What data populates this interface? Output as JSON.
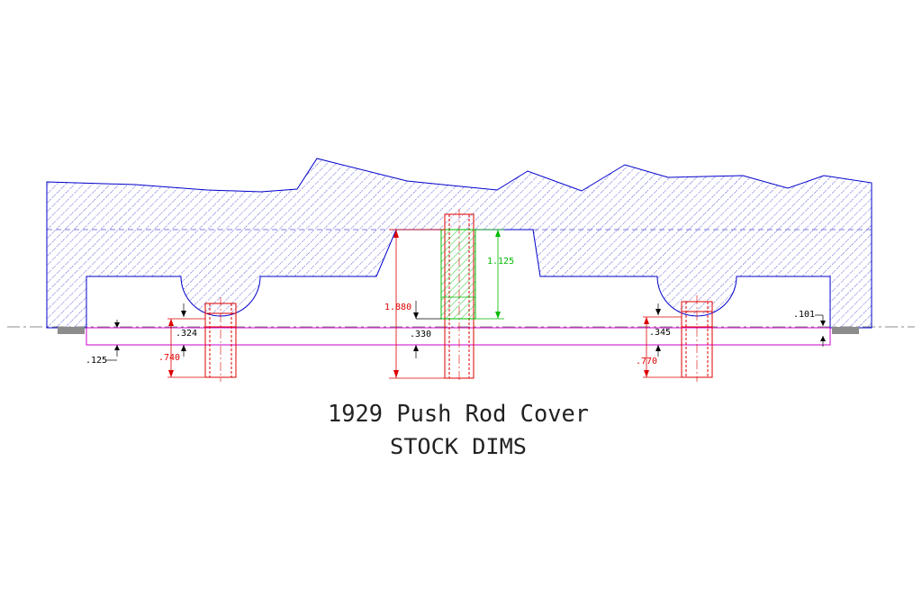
{
  "drawing": {
    "title": "1929 Push Rod Cover",
    "subtitle": "STOCK DIMS"
  },
  "dimensions": {
    "center_bore_height": "1.880",
    "center_sleeve_height": "1.125",
    "center_offset": ".330",
    "left_stud_offset": ".324",
    "left_stud_length": ".740",
    "left_flange": ".125",
    "right_stud_offset": ".345",
    "right_stud_length": ".770",
    "right_flange": ".101"
  },
  "colors": {
    "body_outline": "#0000cc",
    "stud": "#dd0000",
    "sleeve": "#00bb00",
    "base_plate": "#cc00cc",
    "dimension_ink": "#000000",
    "pad": "#8c8c8c"
  }
}
